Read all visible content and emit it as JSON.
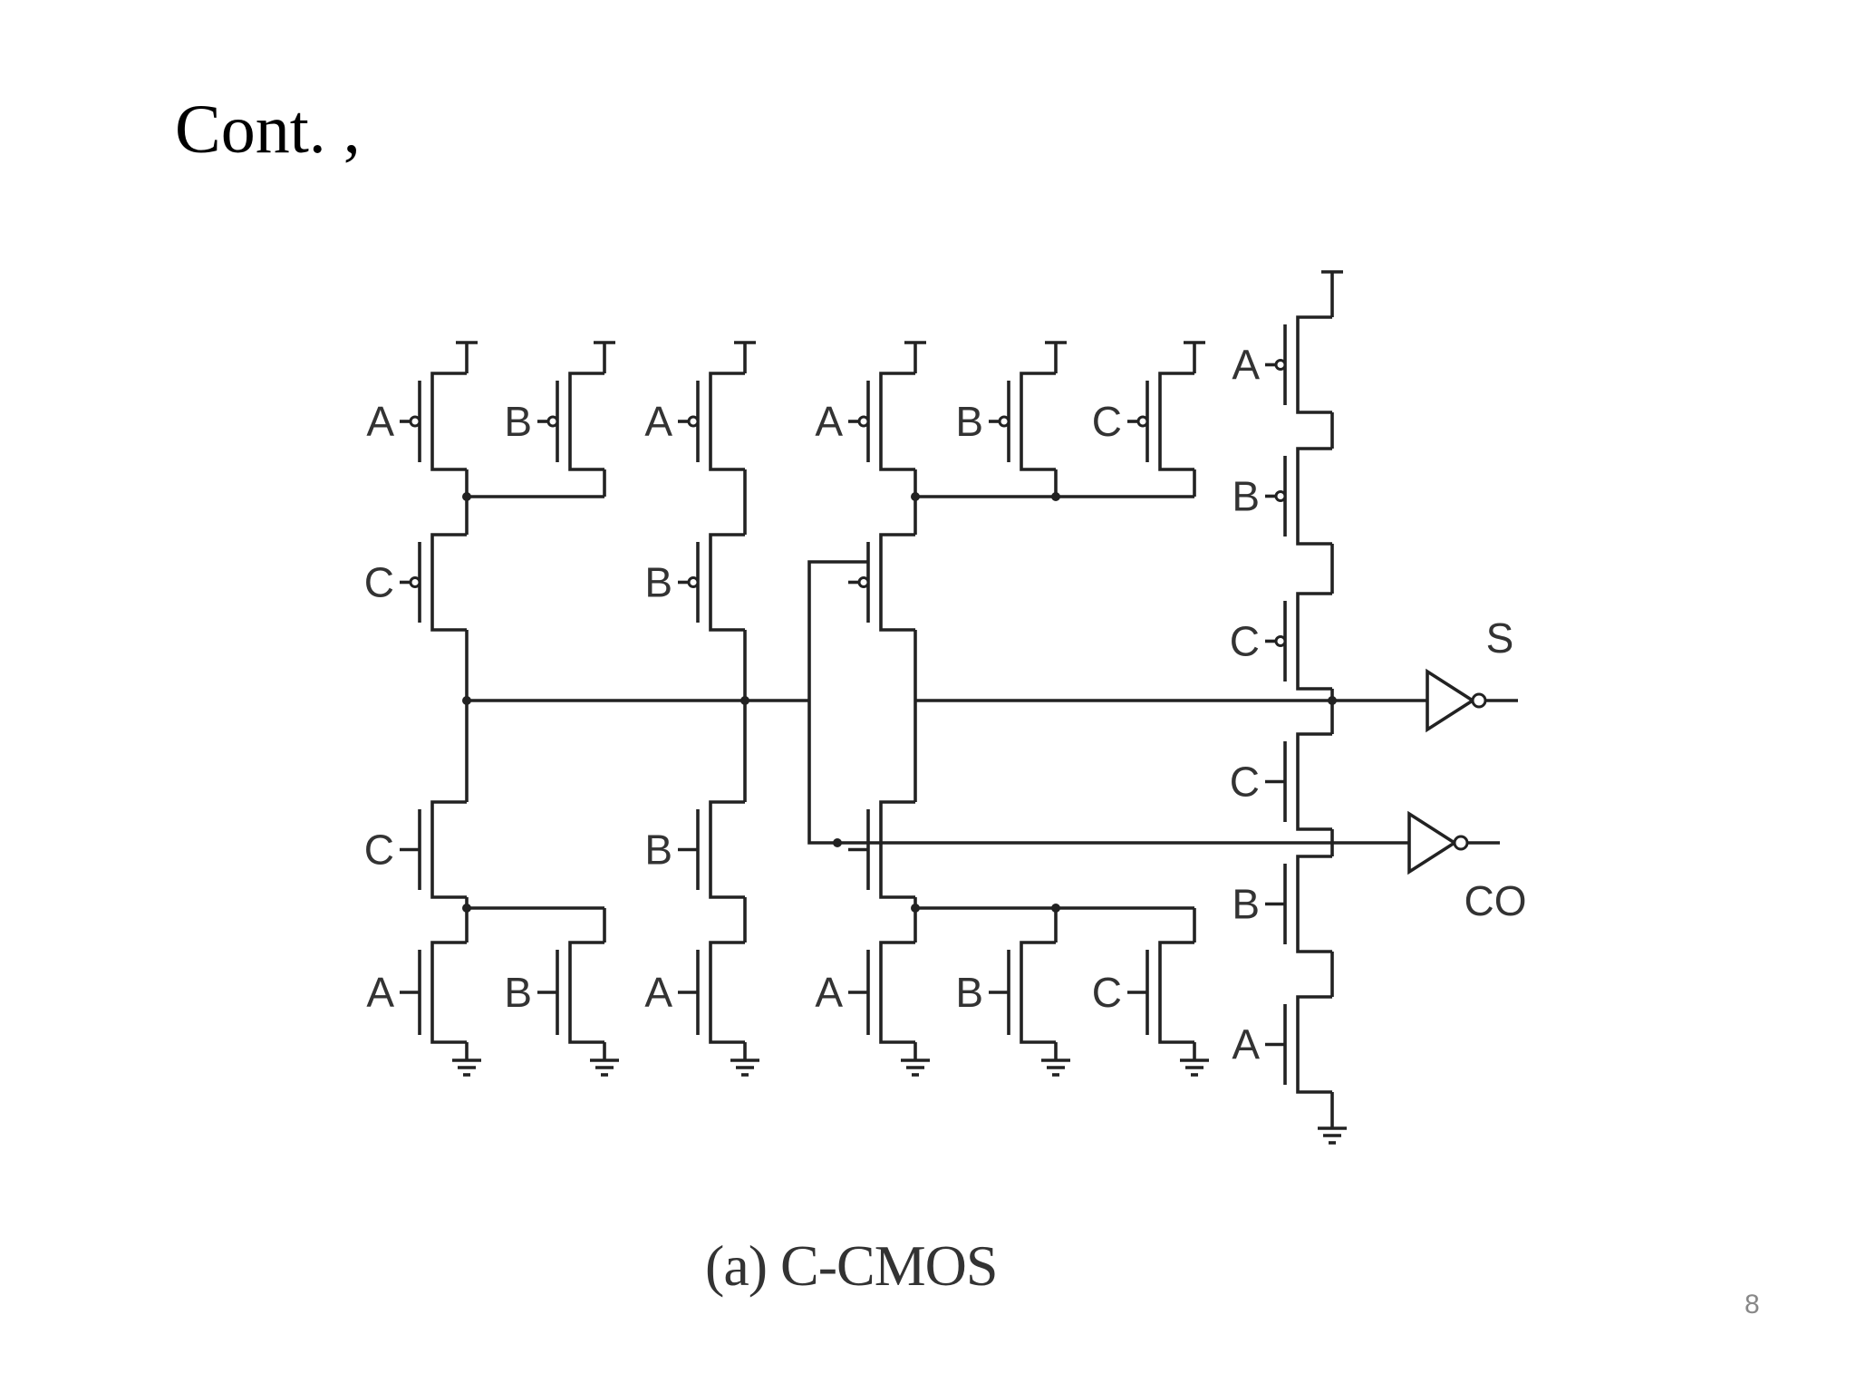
{
  "slide": {
    "title": "Cont. ,",
    "caption": "(a) C-CMOS",
    "page_number": "8"
  },
  "circuit": {
    "outputs": {
      "sum": "S",
      "carry": "CO"
    },
    "pullup_left": [
      "A",
      "B",
      "A",
      "C",
      "B"
    ],
    "pulldown_left": [
      "C",
      "B",
      "A",
      "B",
      "A"
    ],
    "pullup_mid": [
      "A",
      "B",
      "C"
    ],
    "pulldown_mid": [
      "A",
      "B",
      "C"
    ],
    "stack_right": [
      "A",
      "B",
      "C",
      "C",
      "B",
      "A"
    ]
  }
}
